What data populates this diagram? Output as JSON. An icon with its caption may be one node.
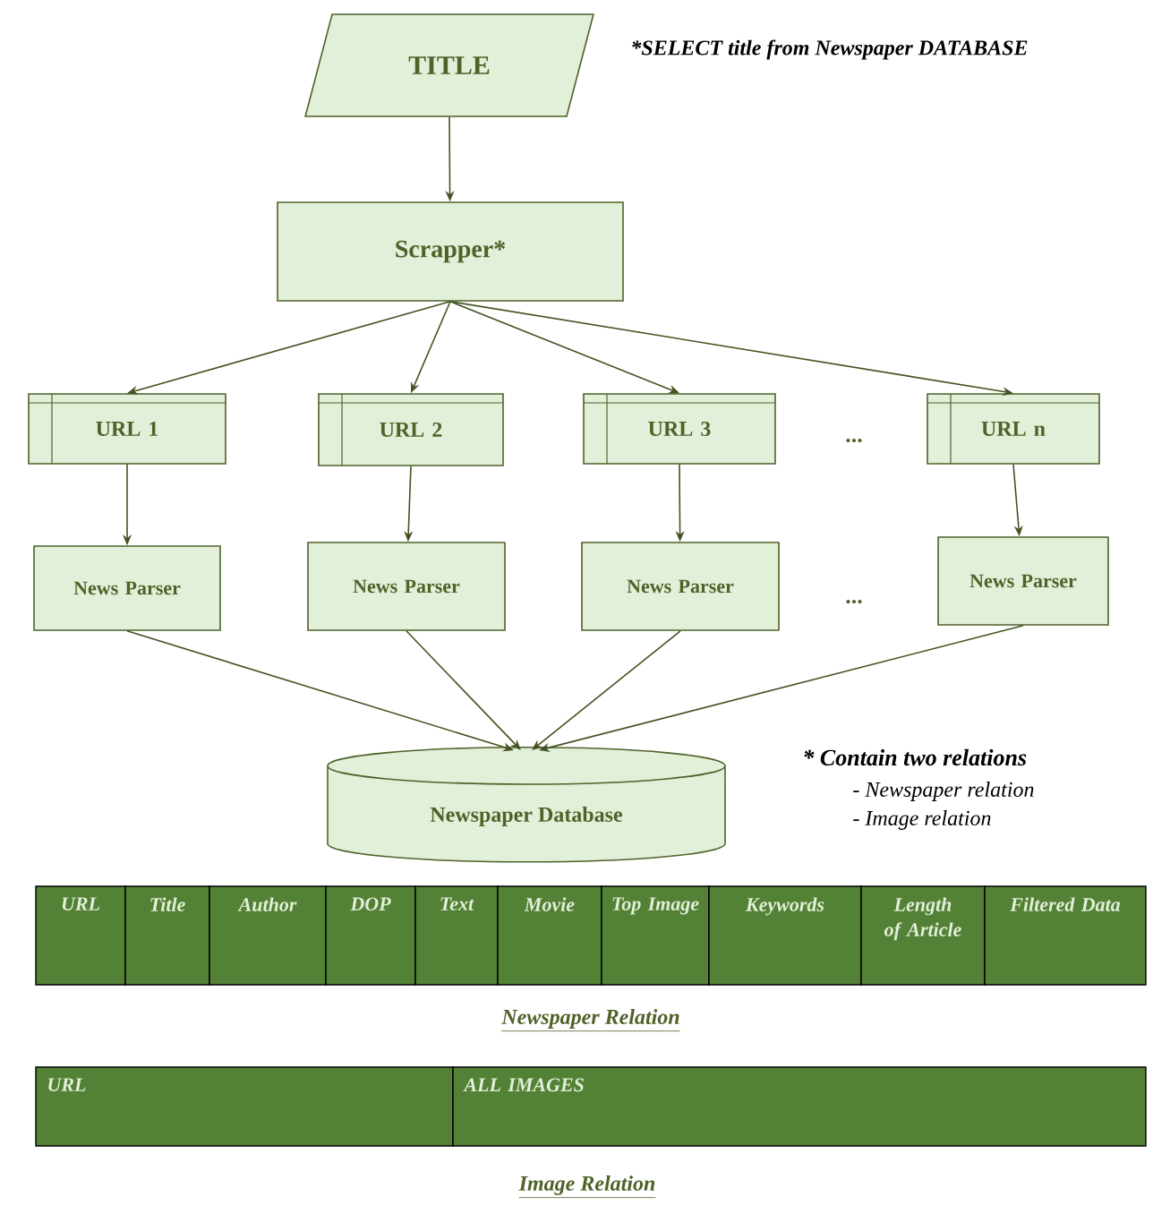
{
  "diagram": {
    "nodes": [
      {
        "text": [
          "TITLE"
        ]
      },
      {
        "text": [
          "Scrapper*"
        ]
      },
      {
        "text": [
          "URL 1"
        ]
      },
      {
        "text": [
          "URL 2"
        ]
      },
      {
        "text": [
          "URL 3"
        ]
      },
      {
        "text": [
          "URL n"
        ]
      },
      {
        "text": [
          "News Parser"
        ]
      },
      {
        "text": [
          "News Parser"
        ]
      },
      {
        "text": [
          "News Parser"
        ]
      },
      {
        "text": [
          "News Parser"
        ]
      },
      {
        "text": [
          "Newspaper Database"
        ]
      }
    ],
    "edges": [
      {
        "from": 0,
        "to": 1,
        "arrow": "to"
      },
      {
        "from": 1,
        "to": 2,
        "arrow": "to"
      },
      {
        "from": 1,
        "to": 3,
        "arrow": "to"
      },
      {
        "from": 1,
        "to": 4,
        "arrow": "to"
      },
      {
        "from": 1,
        "to": 5,
        "arrow": "to"
      },
      {
        "from": 2,
        "to": 6,
        "arrow": "to"
      },
      {
        "from": 3,
        "to": 7,
        "arrow": "to"
      },
      {
        "from": 4,
        "to": 8,
        "arrow": "to"
      },
      {
        "from": 5,
        "to": 9,
        "arrow": "to"
      },
      {
        "from": 6,
        "to": 10,
        "arrow": "to"
      },
      {
        "from": 7,
        "to": 10,
        "arrow": "to"
      },
      {
        "from": 8,
        "to": 10,
        "arrow": "to"
      },
      {
        "from": 9,
        "to": 10,
        "arrow": "to"
      }
    ],
    "labels": [
      "*SELECT title from Newspaper DATABASE",
      "...",
      "...",
      "* Contain two relations",
      "- Newspaper relation",
      "- Image relation",
      "URL",
      "Title",
      "Author",
      "DOP",
      "Text",
      "Movie",
      "Top Image",
      "Keywords",
      "Length of Article",
      "Filtered Data",
      "Newspaper Relation",
      "URL",
      "ALL IMAGES",
      "Image Relation"
    ]
  }
}
